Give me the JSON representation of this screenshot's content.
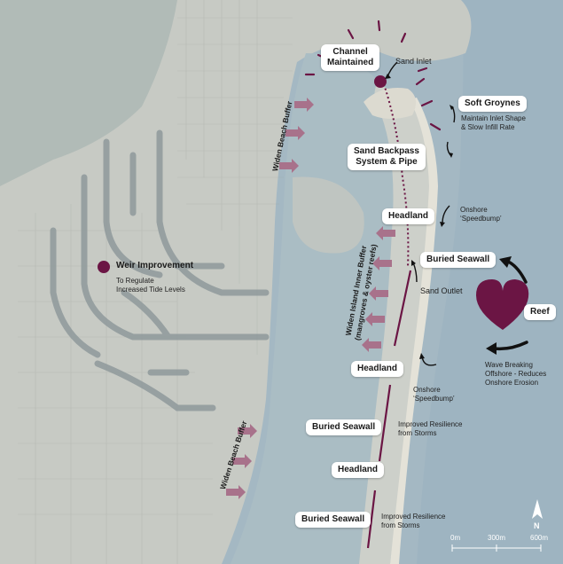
{
  "colors": {
    "accent": "#6b1544",
    "arrow": "#a8728b",
    "ocean": "#9fb6c3",
    "land": "#c8cbc5"
  },
  "labels": {
    "channel_maintained": "Channel\nMaintained",
    "sand_inlet": "Sand Inlet",
    "soft_groynes": "Soft Groynes",
    "maintain_inlet": "Maintain Inlet Shape\n& Slow Infill Rate",
    "sand_backpass": "Sand Backpass\nSystem & Pipe",
    "headland_1": "Headland",
    "onshore_1": "Onshore\n‘Speedbump’",
    "buried_seawall_1": "Buried Seawall",
    "sand_outlet": "Sand Outlet",
    "reef": "Reef",
    "wave_breaking": "Wave Breaking\nOffshore - Reduces\nOnshore Erosion",
    "headland_2": "Headland",
    "onshore_2": "Onshore\n‘Speedbump’",
    "buried_seawall_2": "Buried Seawall",
    "improved_resilience_1": "Improved Resilience\nfrom Storms",
    "headland_3": "Headland",
    "buried_seawall_3": "Buried Seawall",
    "improved_resilience_2": "Improved Resilience\nfrom Storms",
    "weir_improvement": "Weir Improvement",
    "to_regulate": "To Regulate\nIncreased Tide Levels",
    "widen_beach_buffer_1": "Widen Beach Buffer",
    "widen_beach_buffer_2": "Widen Beach Buffer",
    "widen_island_buffer": "Widen Island Inner Buffer\n(mangroves & oyster reefs)"
  },
  "scale_bar": {
    "ticks": [
      "0m",
      "300m",
      "600m"
    ]
  },
  "north_arrow": {
    "label": "N"
  }
}
